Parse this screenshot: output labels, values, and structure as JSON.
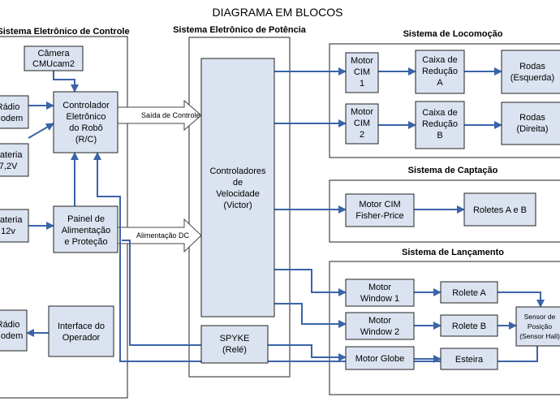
{
  "title": "DIAGRAMA EM BLOCOS",
  "systems": {
    "controle": "Sistema Eletrônico de Controle",
    "potencia": "Sistema Eletrônico de Potência",
    "locomocao": "Sistema de Locomoção",
    "captacao": "Sistema de Captação",
    "lancamento": "Sistema de Lançamento"
  },
  "blocks": {
    "camera": [
      "Câmera",
      "CMUcam2"
    ],
    "radio1": [
      "Rádio",
      "Modem"
    ],
    "bateria1": [
      "Bateria",
      "7,2V"
    ],
    "controlador": [
      "Controlador",
      "Eletrônico",
      "do Robô",
      "(R/C)"
    ],
    "bateria2": [
      "Bateria",
      "12v"
    ],
    "painel": [
      "Painel de",
      "Alimentação",
      "e Proteção"
    ],
    "radio2": [
      "Rádio",
      "Modem"
    ],
    "interface": [
      "Interface do",
      "Operador"
    ],
    "victor": [
      "Controladores",
      "de",
      "Velocidade",
      "(Victor)"
    ],
    "spyke": [
      "SPYKE",
      "(Relé)"
    ],
    "motor_cim1": [
      "Motor",
      "CIM",
      "1"
    ],
    "caixa_a": [
      "Caixa de",
      "Redução",
      "A"
    ],
    "rodas_esq": [
      "Rodas",
      "(Esquerda)"
    ],
    "motor_cim2": [
      "Motor",
      "CIM",
      "2"
    ],
    "caixa_b": [
      "Caixa de",
      "Redução",
      "B"
    ],
    "rodas_dir": [
      "Rodas",
      "(Direita)"
    ],
    "motor_fisher": [
      "Motor CIM",
      "Fisher-Price"
    ],
    "roletes_ab": [
      "Roletes A e B"
    ],
    "window1": [
      "Motor",
      "Window 1"
    ],
    "rolete_a": [
      "Rolete A"
    ],
    "window2": [
      "Motor",
      "Window 2"
    ],
    "rolete_b": [
      "Rolete B"
    ],
    "globe": [
      "Motor Globe"
    ],
    "esteira": [
      "Esteira"
    ],
    "sensor": [
      "Sensor de",
      "Posição",
      "(Sensor Hall)"
    ]
  },
  "arrows": {
    "saida": "Saída de Controle",
    "alimentacao": "Alimentação DC"
  }
}
